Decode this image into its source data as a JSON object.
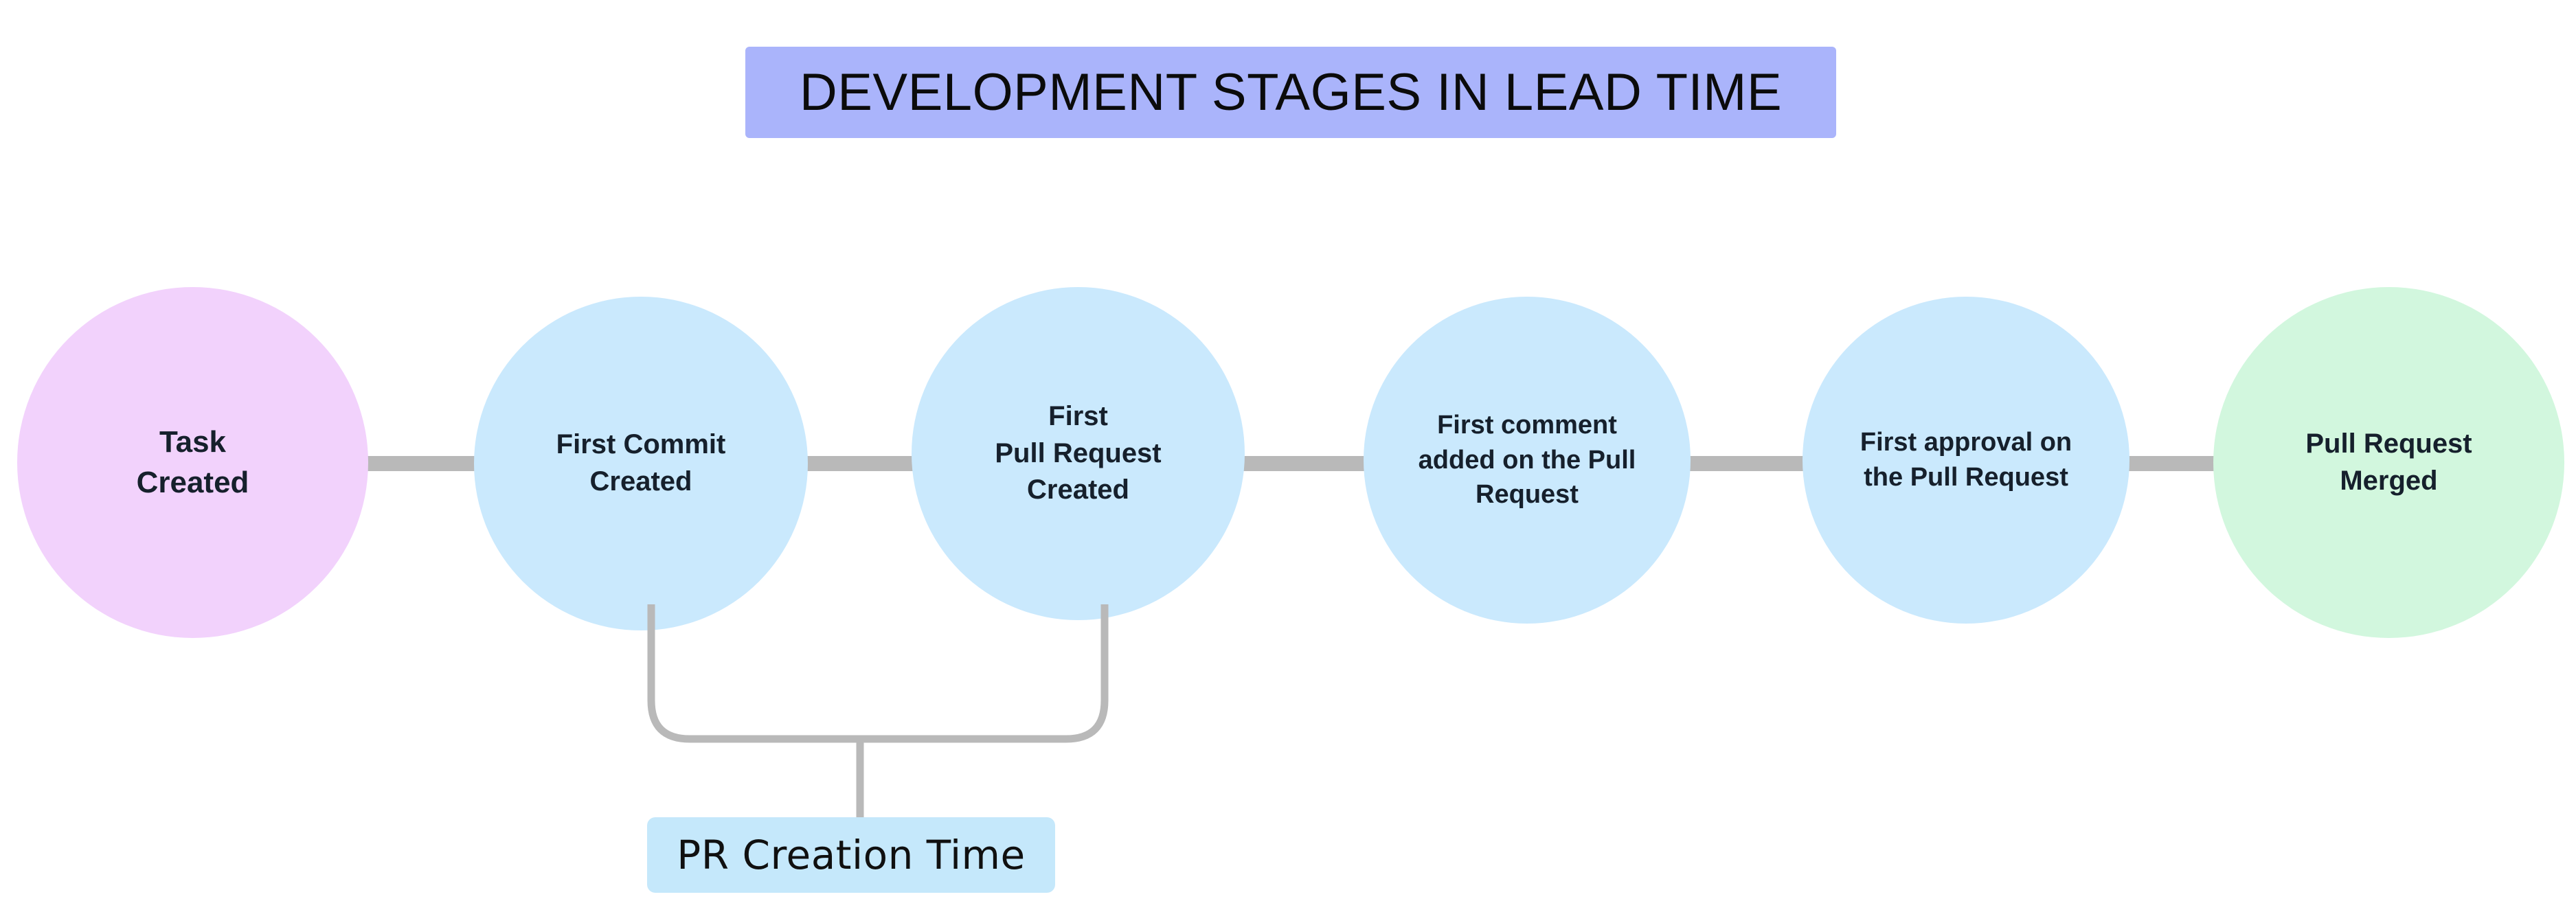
{
  "diagram": {
    "title": "DEVELOPMENT STAGES IN LEAD TIME",
    "background_color": "#ffffff",
    "title_background_color": "#aab4fb",
    "connector_color": "#b9b9b9",
    "stages": [
      {
        "id": "task-created",
        "label": "Task\nCreated",
        "color": "#f2d2fc"
      },
      {
        "id": "first-commit-created",
        "label": "First Commit\nCreated",
        "color": "#cae9fd"
      },
      {
        "id": "first-pull-request-created",
        "label": "First\nPull Request\nCreated",
        "color": "#cae9fd"
      },
      {
        "id": "first-comment-on-pr",
        "label": "First comment\nadded on the Pull\nRequest",
        "color": "#cae9fd"
      },
      {
        "id": "first-approval-on-pr",
        "label": "First approval on\nthe Pull Request",
        "color": "#cae9fd"
      },
      {
        "id": "pull-request-merged",
        "label": "Pull Request\nMerged",
        "color": "#d2f7de"
      }
    ],
    "annotations": [
      {
        "id": "pr-creation-time",
        "label": "PR Creation Time",
        "color": "#c5e8fb",
        "spans_from": "first-commit-created",
        "spans_to": "first-pull-request-created"
      }
    ]
  }
}
